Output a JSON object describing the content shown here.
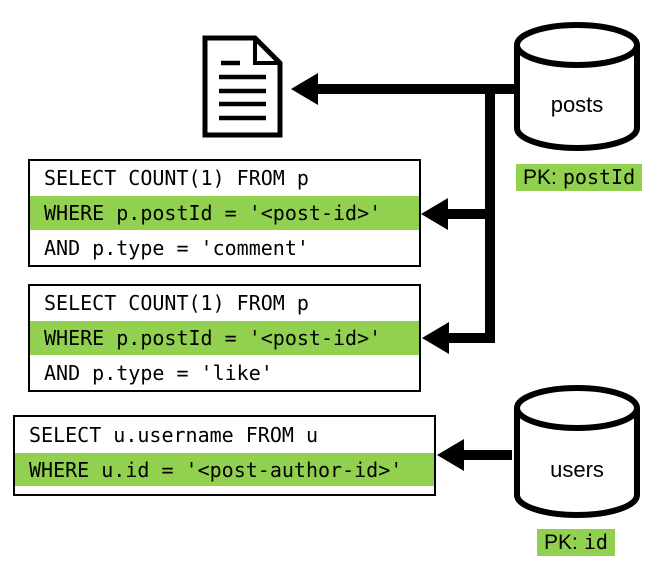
{
  "diagram": {
    "queries": [
      {
        "name": "comment-count-query",
        "lines": [
          {
            "text": "SELECT COUNT(1) FROM p",
            "highlighted": false
          },
          {
            "text": "WHERE p.postId = '<post-id>'",
            "highlighted": true
          },
          {
            "text": "AND p.type = 'comment'",
            "highlighted": false
          }
        ]
      },
      {
        "name": "like-count-query",
        "lines": [
          {
            "text": "SELECT COUNT(1) FROM p",
            "highlighted": false
          },
          {
            "text": "WHERE p.postId = '<post-id>'",
            "highlighted": true
          },
          {
            "text": "AND p.type = 'like'",
            "highlighted": false
          }
        ]
      },
      {
        "name": "username-query",
        "lines": [
          {
            "text": "SELECT u.username FROM u",
            "highlighted": false
          },
          {
            "text": "WHERE u.id = '<post-author-id>'",
            "highlighted": true
          }
        ]
      }
    ],
    "databases": [
      {
        "name": "posts",
        "pk_label": "PK:",
        "pk_value": "postId"
      },
      {
        "name": "users",
        "pk_label": "PK:",
        "pk_value": "id"
      }
    ],
    "icons": {
      "document": "document-icon",
      "database": "database-cylinder-icon",
      "arrow": "arrow-left-icon"
    },
    "colors": {
      "highlight": "#92d050",
      "stroke": "#000000",
      "background": "#ffffff"
    }
  }
}
